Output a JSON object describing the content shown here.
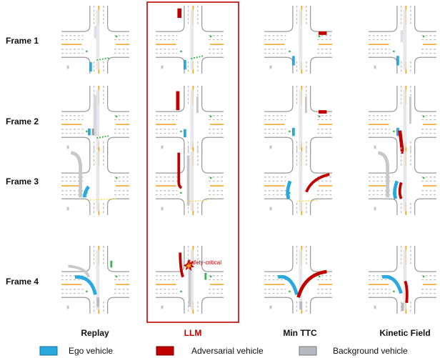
{
  "rows": [
    {
      "label": "Frame 1"
    },
    {
      "label": "Frame 2"
    },
    {
      "label": "Frame 3"
    },
    {
      "label": "Frame 4"
    }
  ],
  "columns": [
    {
      "label": "Replay",
      "highlight": false
    },
    {
      "label": "LLM",
      "highlight": true
    },
    {
      "label": "Min TTC",
      "highlight": false
    },
    {
      "label": "Kinetic Field",
      "highlight": false
    }
  ],
  "annotation": {
    "text": "Safety-critical"
  },
  "legend": [
    {
      "label": "Ego vehicle",
      "color": "#29a9e0"
    },
    {
      "label": "Adversarial vehicle",
      "color": "#c00000"
    },
    {
      "label": "Background vehicle",
      "color": "#b8b8c0"
    }
  ],
  "colors": {
    "highlight": "#c00000",
    "road_marking": "#bbbbbb",
    "lane_yellow": "#f0a020",
    "signal_green": "#3cb44b"
  }
}
